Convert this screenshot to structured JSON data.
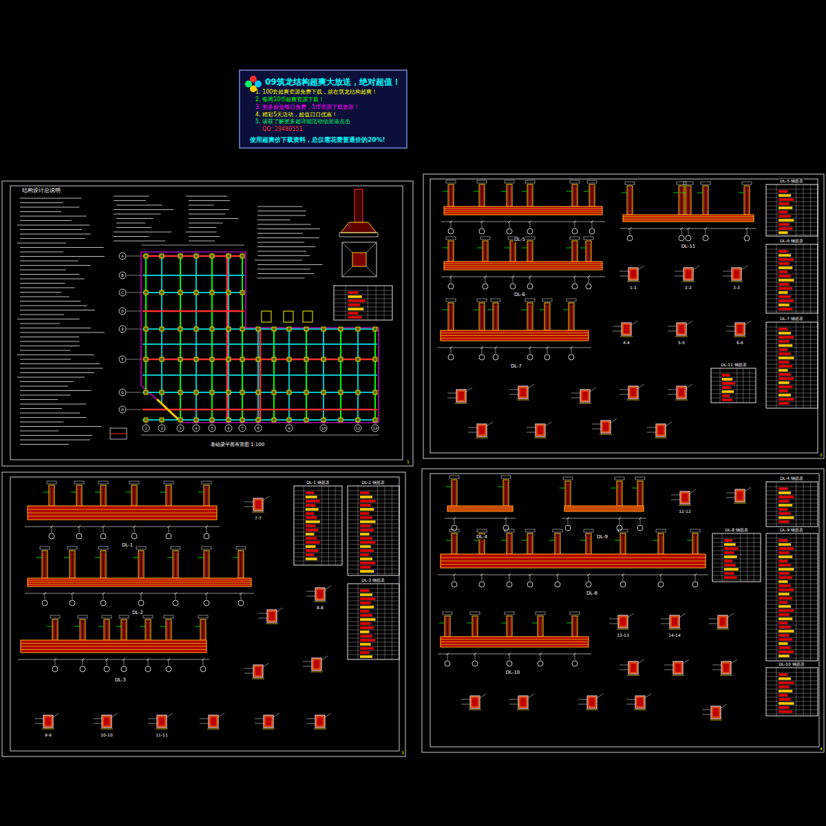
{
  "diagram": {
    "nodes": [
      {
        "text": [
          "09筑龙结构超爽大放送，绝对超值！",
          "1. 100套超爽资源免费下载，就在筑龙结构超爽！",
          "2. 每周10币超爽资源下载！",
          "3. 更多超值每日免费，1币资源下载更新！",
          "4. 精彩5天活动，超值日日优惠！",
          "5. 请获了解更多超详细活动信息请点击",
          "QQ: 29480551",
          "使用超爽价下载资料，总仅需花费普通价的20%!"
        ]
      }
    ],
    "labels": [
      "结构设计总说明",
      "基础梁平面布置图 1:100",
      "DL-5",
      "DL-11",
      "DL-6",
      "DL-7",
      "DL-5 钢筋表",
      "DL-6 钢筋表",
      "DL-7 钢筋表",
      "DL-11 钢筋表",
      "1-1",
      "2-2",
      "3-3",
      "4-4",
      "5-5",
      "6-6",
      "DL-1",
      "DL-2",
      "DL-3",
      "DL-1 钢筋表",
      "DL-2 钢筋表",
      "DL-3 钢筋表",
      "7-7",
      "8-8",
      "9-9",
      "10-10",
      "11-11",
      "DL-4",
      "DL-9",
      "DL-8",
      "DL-10",
      "DL-4 钢筋表",
      "DL-8 钢筋表",
      "DL-9 钢筋表",
      "DL-10 钢筋表",
      "12-12",
      "13-13",
      "14-14",
      "1",
      "2",
      "3",
      "4",
      "1",
      "2",
      "3",
      "4",
      "5",
      "6",
      "7",
      "8",
      "9",
      "10",
      "11",
      "12",
      "A",
      "B",
      "C",
      "D",
      "E",
      "F",
      "G",
      "H"
    ]
  }
}
